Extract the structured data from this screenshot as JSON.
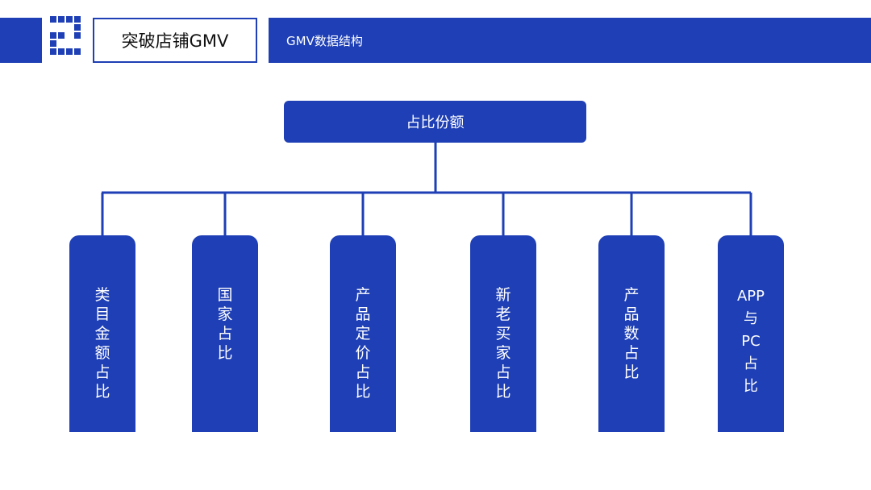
{
  "header": {
    "title": "突破店铺GMV",
    "section": "GMV数据结构"
  },
  "diagram": {
    "root": "占比份额",
    "children": [
      "类目金额占比",
      "国家占比",
      "产品定价占比",
      "新老买家占比",
      "产品数占比"
    ],
    "last_child": [
      "APP",
      "与",
      "PC",
      "占",
      "比"
    ]
  },
  "colors": {
    "primary": "#1e3fb5"
  }
}
